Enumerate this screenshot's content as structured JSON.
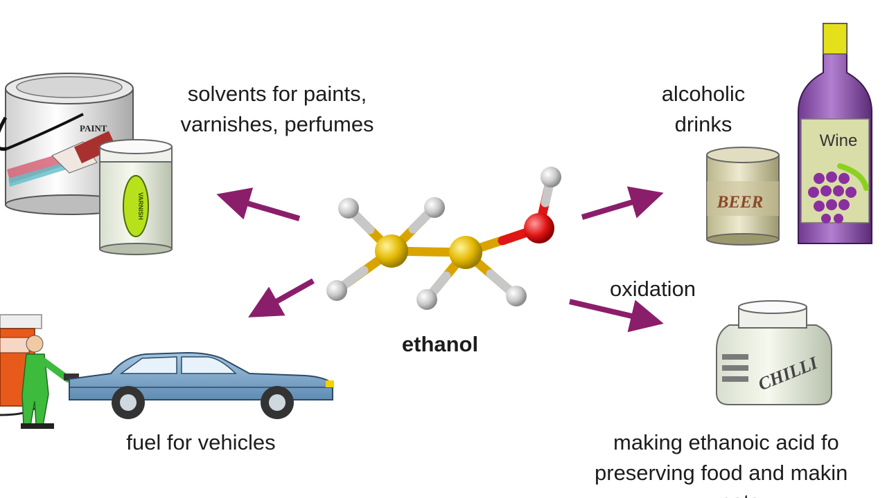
{
  "center": {
    "label": "ethanol"
  },
  "uses": {
    "solvents": {
      "line1": "solvents for paints,",
      "line2": "varnishes, perfumes"
    },
    "drinks": {
      "line1": "alcoholic",
      "line2": "drinks"
    },
    "fuel": {
      "line1": "fuel for vehicles"
    },
    "oxidation": {
      "arrow_label": "oxidation",
      "line1": "making ethanoic acid fo",
      "line2": "preserving food and makin",
      "line3": "catsu"
    }
  },
  "product_labels": {
    "paint_can": "PAINT",
    "varnish_jar": "VARNISH",
    "beer_can": "BEER",
    "wine_bottle": "Wine",
    "sauce_jar": "CHILLI"
  },
  "colors": {
    "arrow": "#8b1e6b",
    "carbon": "#e3b800",
    "oxygen": "#e01515",
    "hydrogen": "#c9c9c9",
    "car": "#7fa7c9",
    "attendant": "#3cbb3c"
  }
}
